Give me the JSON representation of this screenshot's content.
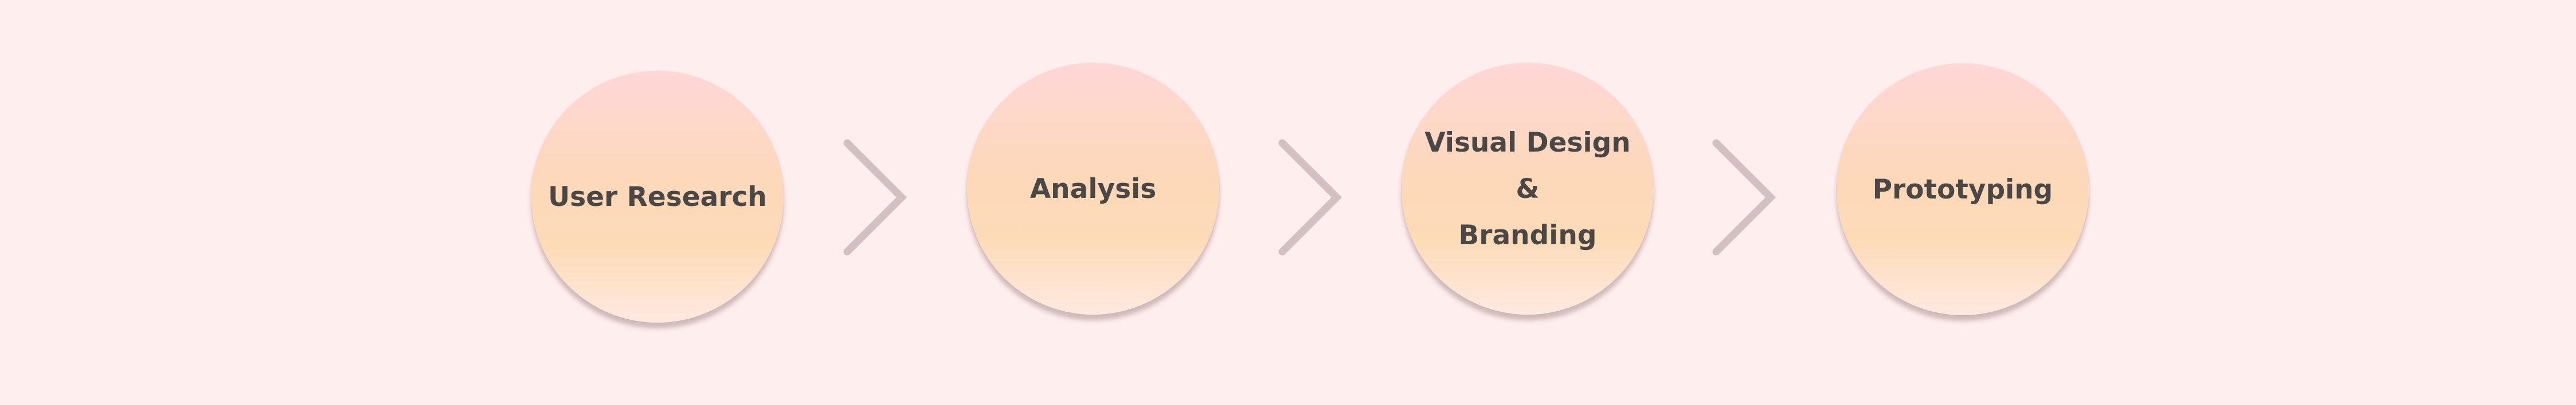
{
  "steps": [
    {
      "lines": [
        "User Research"
      ]
    },
    {
      "lines": [
        "Analysis"
      ]
    },
    {
      "lines": [
        "Visual Design",
        "&",
        "Branding"
      ]
    },
    {
      "lines": [
        "Prototyping"
      ]
    }
  ],
  "arrow_icon": "chevron-right-icon",
  "colors": {
    "background": "#ffeeee",
    "circle_top": "#fed7d7",
    "circle_mid": "#fdd8b9",
    "circle_bottom": "#fee9e0",
    "text": "#4a4747",
    "arrow": "#d4c0c2"
  }
}
